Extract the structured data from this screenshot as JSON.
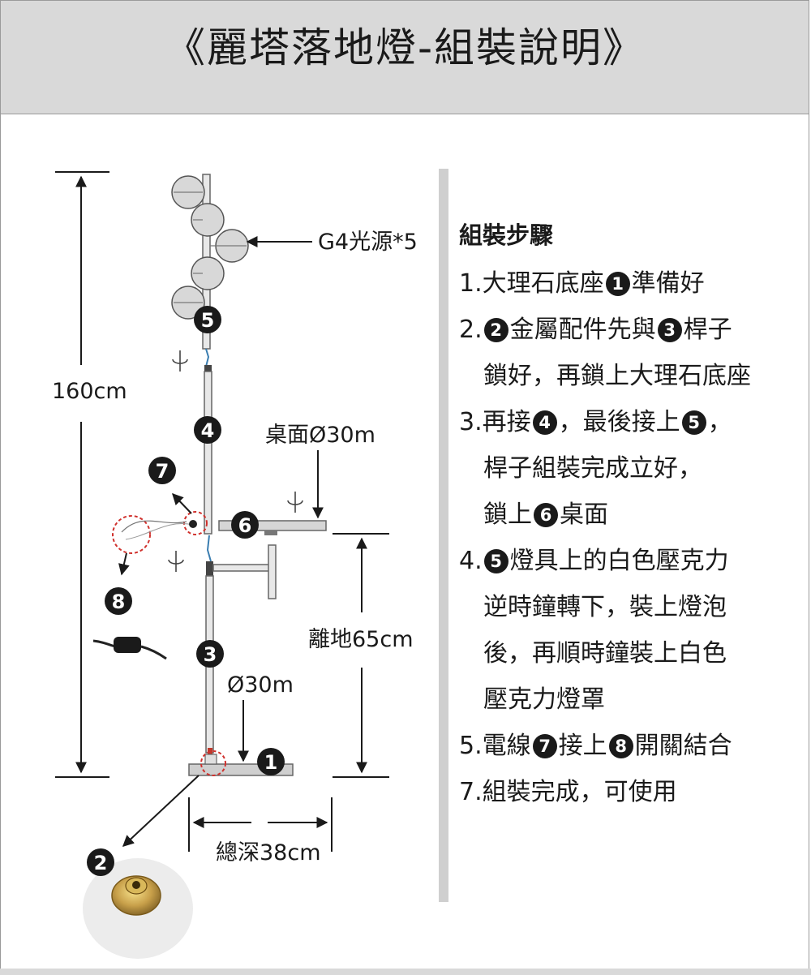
{
  "header": {
    "title": "《麗塔落地燈-組裝說明》"
  },
  "diagram": {
    "labels": {
      "height": "160cm",
      "light_source": "G4光源*5",
      "table_top": "桌面Ø30m",
      "floor_clearance": "離地65cm",
      "base_diameter": "Ø30m",
      "total_depth": "總深38cm"
    },
    "part_numbers": {
      "p1": "1",
      "p2": "2",
      "p3": "3",
      "p4": "4",
      "p5": "5",
      "p6": "6",
      "p7": "7",
      "p8": "8"
    }
  },
  "steps": {
    "heading": "組裝步驟",
    "badges": {
      "b1": "1",
      "b2": "2",
      "b3": "3",
      "b4": "4",
      "b5": "5",
      "b6": "6",
      "b7": "7",
      "b8": "8"
    },
    "s1": {
      "prefix": "1.大理石底座",
      "suffix": "準備好"
    },
    "s2": {
      "prefix": "2.",
      "mid": "金屬配件先與",
      "suffix": "桿子",
      "line2": "鎖好，再鎖上大理石底座"
    },
    "s3": {
      "prefix": "3.再接",
      "mid": "，最後接上",
      "suffix": "，",
      "line2": "桿子組裝完成立好，",
      "line3_prefix": "鎖上",
      "line3_suffix": "桌面"
    },
    "s4": {
      "prefix": "4.",
      "line1": "燈具上的白色壓克力",
      "line2": "逆時鐘轉下，裝上燈泡",
      "line3": "後，再順時鐘裝上白色",
      "line4": "壓克力燈罩"
    },
    "s5": {
      "prefix": "5.電線",
      "mid": "接上",
      "suffix": "開關結合"
    },
    "s7": {
      "text": "7.組裝完成，可使用"
    }
  }
}
